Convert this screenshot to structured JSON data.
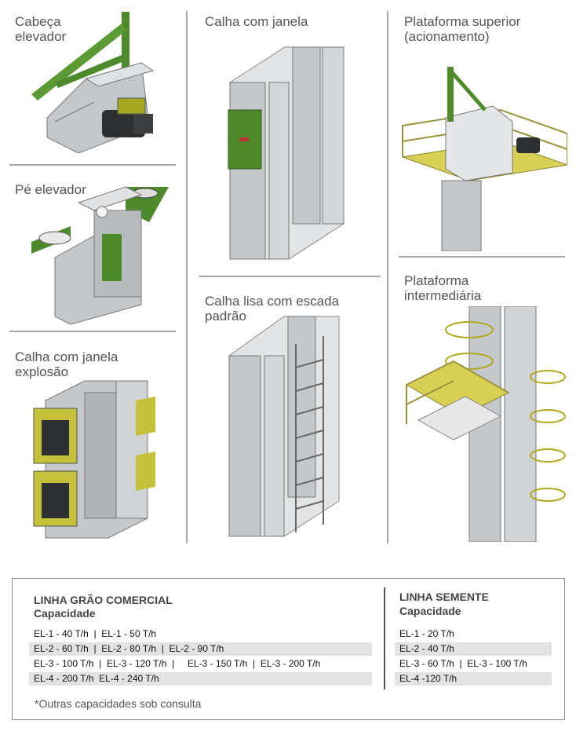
{
  "panels": {
    "cabeca": "Cabeça\nelevador",
    "pe": "Pé elevador",
    "calha_explosao": "Calha com janela\nexplosão",
    "calha_janela": "Calha com janela",
    "calha_lisa": "Calha lisa com escada\npadrão",
    "plat_superior": "Plataforma superior\n(acionamento)",
    "plat_intermediaria": "Plataforma\nintermediária"
  },
  "colors": {
    "green": "#4e8a2c",
    "steel": "#c4c8cb",
    "yellow": "#d8cf55",
    "dark": "#2d2f31"
  },
  "graos": {
    "title": "LINHA GRÃO COMERCIAL",
    "subtitle": "Capacidade",
    "rows": [
      "EL-1 - 40 T/h  |  EL-1 - 50 T/h",
      "EL-2 - 60 T/h  |  EL-2 - 80 T/h  |  EL-2 - 90 T/h",
      "EL-3 - 100 T/h  |  EL-3 - 120 T/h  |     EL-3 - 150 T/h  |  EL-3 - 200 T/h",
      "EL-4 - 200 T/h  EL-4 - 240 T/h"
    ],
    "note": "*Outras capacidades sob consulta"
  },
  "semente": {
    "title": "LINHA SEMENTE",
    "subtitle": "Capacidade",
    "rows": [
      "EL-1 - 20 T/h",
      "EL-2 - 40 T/h",
      "EL-3 - 60 T/h  |  EL-3 - 100 T/h",
      "EL-4 -120 T/h"
    ]
  }
}
